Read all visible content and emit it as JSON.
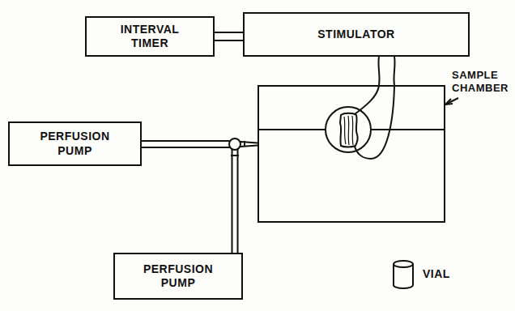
{
  "diagram": {
    "nodes": [
      {
        "text": [
          "INTERVAL TIMER"
        ]
      },
      {
        "text": [
          "STIMULATOR"
        ]
      },
      {
        "text": [
          "SAMPLE CHAMBER"
        ]
      },
      {
        "text": [
          "PERFUSION PUMP"
        ]
      },
      {
        "text": [
          "PERFUSION PUMP"
        ]
      }
    ],
    "edges": [
      {
        "from": 0,
        "to": 1,
        "arrow": "none"
      },
      {
        "from": 1,
        "to": 2,
        "arrow": "none"
      },
      {
        "from": 3,
        "to": 2,
        "arrow": "none"
      },
      {
        "from": 4,
        "to": 2,
        "arrow": "none"
      }
    ],
    "labels": [
      "VIAL"
    ]
  }
}
